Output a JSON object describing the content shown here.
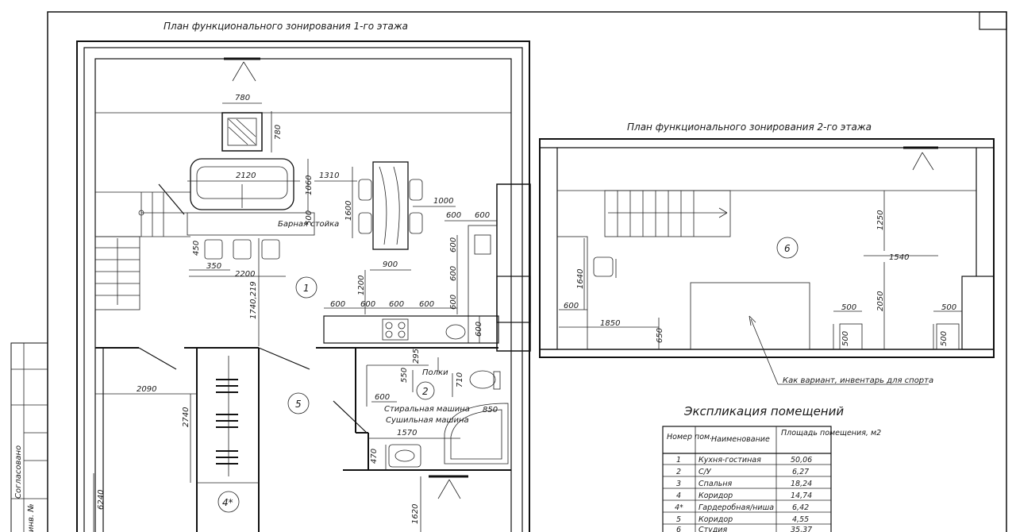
{
  "plan1": {
    "title": "План функционального зонирования 1-го этажа",
    "dims": [
      "780",
      "780",
      "2120",
      "1310",
      "1060",
      "1600",
      "500",
      "450",
      "350",
      "2200",
      "900",
      "1000",
      "600",
      "600",
      "600",
      "600",
      "1740,219",
      "1200",
      "600",
      "600",
      "600",
      "600",
      "600",
      "600",
      "295",
      "550",
      "710",
      "2090",
      "2740",
      "600",
      "850",
      "1570",
      "470",
      "6240",
      "1620"
    ],
    "labels": {
      "bar": "Барная стойка",
      "shelves": "Полки",
      "washer": "Стиральная машина",
      "dryer": "Сушильная машина"
    },
    "rooms": [
      "1",
      "2",
      "4*",
      "5"
    ]
  },
  "plan2": {
    "title": "План функционального зонирования 2-го этажа",
    "dims": [
      "1250",
      "1540",
      "1640",
      "600",
      "1850",
      "650",
      "500",
      "2050",
      "500",
      "500",
      "500"
    ],
    "room": "6",
    "note": "Как вариант, инвентарь для спорта"
  },
  "side": {
    "agreed": "Согласовано",
    "inv": "инв. №"
  },
  "explication": {
    "title": "Экспликация помещений",
    "headers": [
      "Номер пом.",
      "Наименование",
      "Площадь помещения, м2"
    ],
    "rows": [
      {
        "num": "1",
        "name": "Кухня-гостиная",
        "area": "50,06"
      },
      {
        "num": "2",
        "name": "С/У",
        "area": "6,27"
      },
      {
        "num": "3",
        "name": "Спальня",
        "area": "18,24"
      },
      {
        "num": "4",
        "name": "Коридор",
        "area": "14,74"
      },
      {
        "num": "4*",
        "name": "Гардеробная/ниша",
        "area": "6,42"
      },
      {
        "num": "5",
        "name": "Коридор",
        "area": "4,55"
      },
      {
        "num": "6",
        "name": "Студия",
        "area": "35,37"
      }
    ]
  }
}
